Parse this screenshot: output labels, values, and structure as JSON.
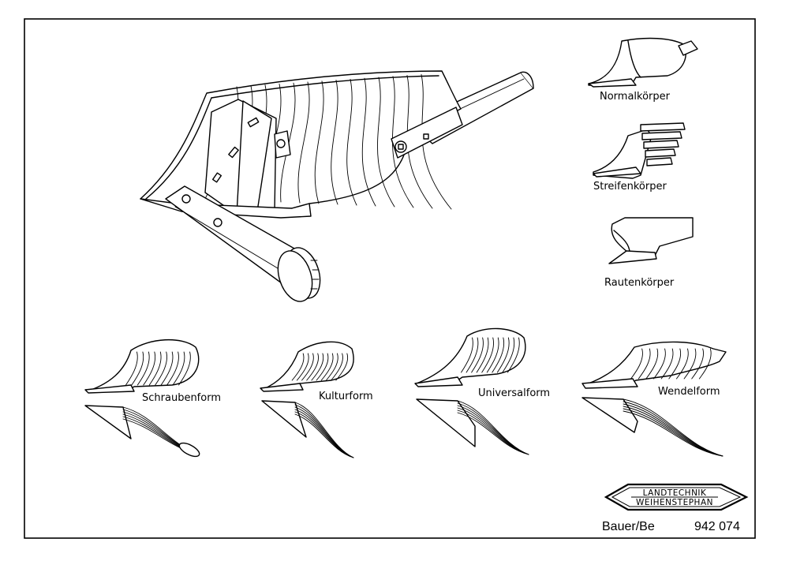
{
  "figure": {
    "main_drawing": "plough-body-with-wheel",
    "body_types": [
      {
        "label": "Normalkörper"
      },
      {
        "label": "Streifenkörper"
      },
      {
        "label": "Rautenkörper"
      }
    ],
    "mouldboard_forms": [
      {
        "label": "Schraubenform"
      },
      {
        "label": "Kulturform"
      },
      {
        "label": "Universalform"
      },
      {
        "label": "Wendelform"
      }
    ]
  },
  "logo": {
    "line1": "LANDTECHNIK",
    "line2": "WEIHENSTEPHAN"
  },
  "footer": {
    "author": "Bauer/Be",
    "number": "942 074"
  }
}
